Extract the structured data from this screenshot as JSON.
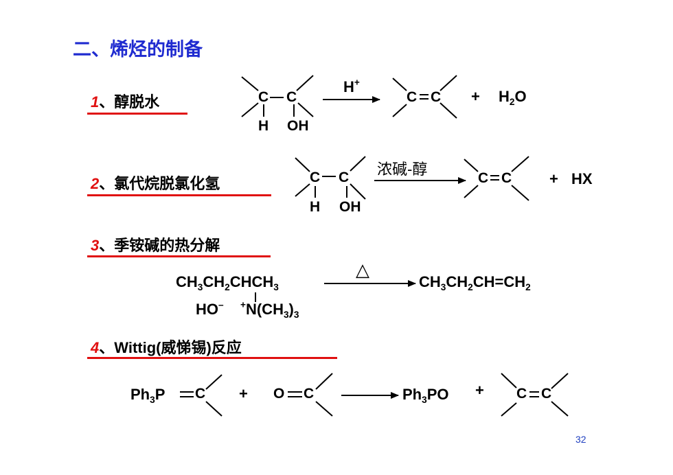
{
  "title": "二、烯烃的制备",
  "sections": [
    {
      "num": "1",
      "sep": "、",
      "text": "醇脱水"
    },
    {
      "num": "2",
      "sep": "、",
      "text": "氯代烷脱氯化氢"
    },
    {
      "num": "3",
      "sep": "、",
      "text": "季铵碱的热分解"
    },
    {
      "num": "4",
      "sep": "、",
      "text": "Wittig(威悌锡)反应"
    }
  ],
  "atoms": {
    "C": "C",
    "H": "H",
    "OH": "OH",
    "O": "O"
  },
  "reaction1": {
    "catalyst": "H",
    "catalyst_charge": "+",
    "plus": "+",
    "water_H": "H",
    "water_sub": "2",
    "water_O": "O"
  },
  "reaction2": {
    "condition": "浓碱-醇",
    "plus": "+",
    "byproduct": "HX"
  },
  "reaction3": {
    "heat_symbol": "△",
    "reactant": "CH3CH2CHCH3",
    "hydroxide": "HO",
    "hydroxide_charge": "–",
    "ammonium_charge": "+",
    "amine": "N(CH3)3",
    "product": "CH3CH2CH=CH2"
  },
  "reaction4": {
    "ylide": "Ph3P=C",
    "plus1": "+",
    "carbonyl": "O=C",
    "oxide": "Ph3PO",
    "plus2": "+"
  },
  "page_number": "32"
}
